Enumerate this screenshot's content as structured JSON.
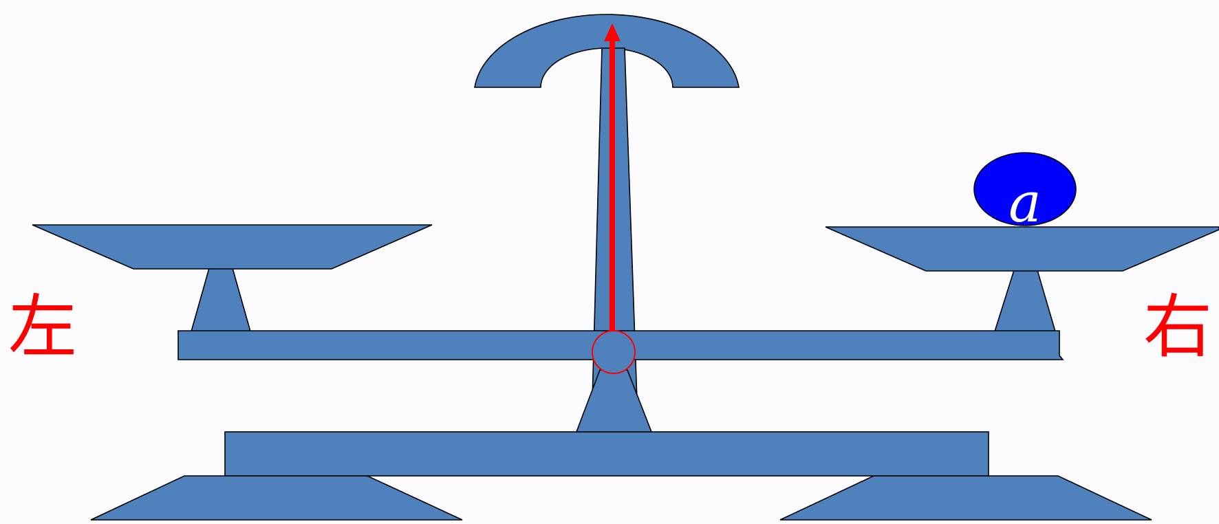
{
  "labels": {
    "left": "左",
    "right": "右",
    "weight": "a"
  },
  "colors": {
    "balance_fill": "#4f81bd",
    "outline": "#000000",
    "pointer": "#ff0000",
    "side_label": "#ff0000",
    "weight_fill": "#0000ff",
    "weight_text": "#ffffff",
    "background": "#fcfcfe"
  }
}
